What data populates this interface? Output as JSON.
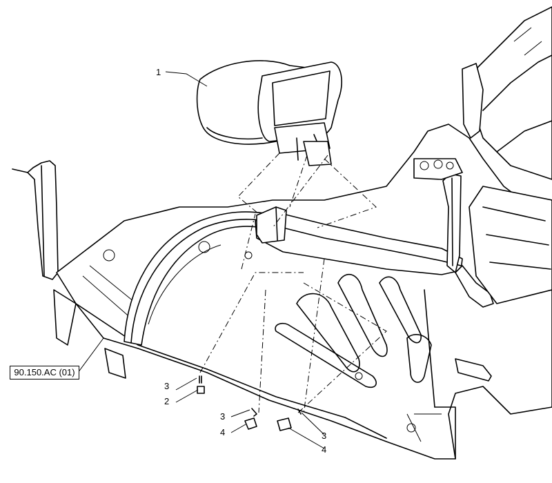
{
  "callouts": [
    {
      "id": "c1",
      "text": "1"
    },
    {
      "id": "c2",
      "text": "2"
    },
    {
      "id": "c3a",
      "text": "3"
    },
    {
      "id": "c3b",
      "text": "3"
    },
    {
      "id": "c3c",
      "text": "3"
    },
    {
      "id": "c4a",
      "text": "4"
    },
    {
      "id": "c4b",
      "text": "4"
    }
  ],
  "reference": {
    "text": "90.150.AC (01)"
  }
}
